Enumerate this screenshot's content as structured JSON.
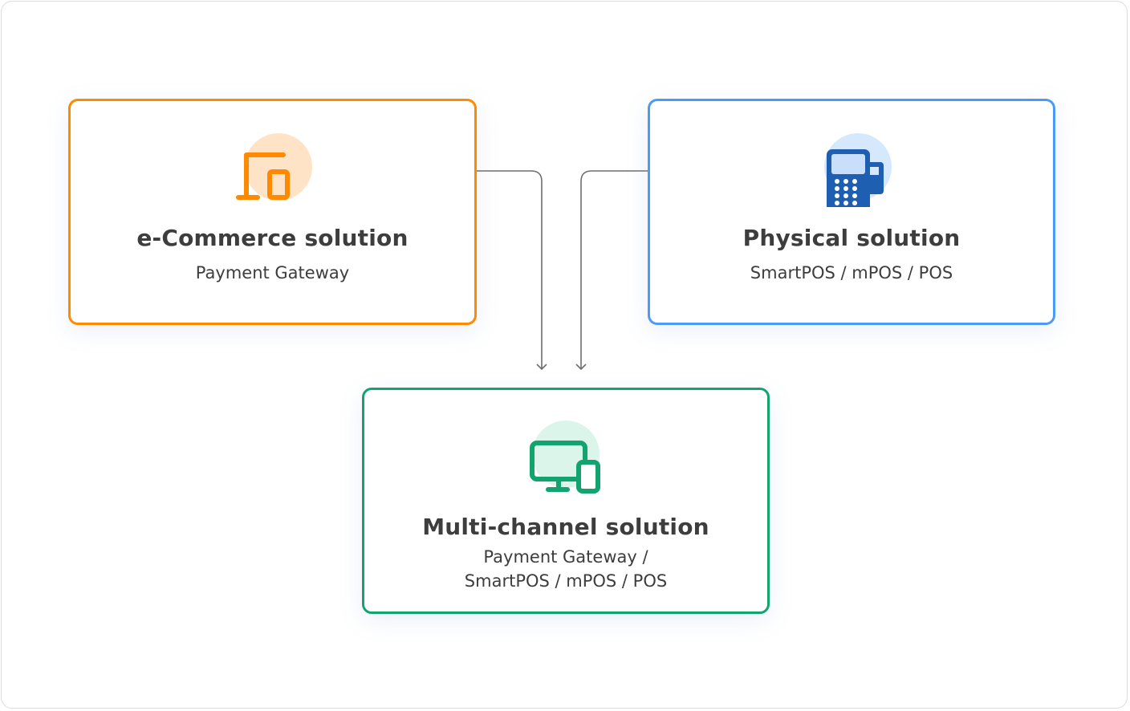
{
  "colors": {
    "ecommerce": "#ff8a00",
    "physical": "#4a9bf5",
    "multichannel": "#12a36f",
    "connector": "#6e6e6e",
    "text": "#3d3d3d"
  },
  "cards": {
    "ecommerce": {
      "icon": "devices-icon",
      "title": "e-Commerce solution",
      "subtitle_lines": [
        "Payment Gateway"
      ]
    },
    "physical": {
      "icon": "pos-terminal-icon",
      "title": "Physical solution",
      "subtitle_lines": [
        "SmartPOS / mPOS / POS"
      ]
    },
    "multichannel": {
      "icon": "monitor-phone-icon",
      "title": "Multi-channel solution",
      "subtitle_lines": [
        "Payment Gateway /",
        "SmartPOS / mPOS / POS"
      ]
    }
  },
  "connectors": [
    {
      "from": "ecommerce",
      "to": "multichannel"
    },
    {
      "from": "physical",
      "to": "multichannel"
    }
  ]
}
